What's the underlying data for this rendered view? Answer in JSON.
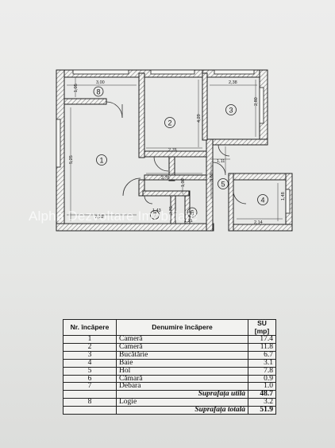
{
  "watermark": "Alpha Dezvoltare Imobiliare",
  "plan": {
    "room_numbers": [
      "1",
      "2",
      "3",
      "4",
      "5",
      "6",
      "7",
      "8"
    ],
    "dimensions": [
      "3,00",
      "1,05",
      "2,38",
      "2,80",
      "4,29",
      "5,25",
      "2,76",
      "2,76",
      "1,11",
      "3,60",
      "1,30",
      "3,32",
      "1,43",
      "0,76",
      "1,21",
      "2,14",
      "1,48"
    ]
  },
  "table": {
    "headers": {
      "nr": "Nr. încăpere",
      "name": "Denumire încăpere",
      "su": "SU [mp]"
    },
    "rows": [
      {
        "nr": "1",
        "name": "Cameră",
        "su": "17.4"
      },
      {
        "nr": "2",
        "name": "Cameră",
        "su": "11.8"
      },
      {
        "nr": "3",
        "name": "Bucătărie",
        "su": "6.7"
      },
      {
        "nr": "4",
        "name": "Baie",
        "su": "3.1"
      },
      {
        "nr": "5",
        "name": "Hol",
        "su": "7.8"
      },
      {
        "nr": "6",
        "name": "Cămară",
        "su": "0.9"
      },
      {
        "nr": "7",
        "name": "Debara",
        "su": "1.0"
      }
    ],
    "useful_label": "Suprafața utilă",
    "useful_value": "48.7",
    "logie": {
      "nr": "8",
      "name": "Logie",
      "su": "3.2"
    },
    "total_label": "Suprafața totală",
    "total_value": "51.9"
  }
}
